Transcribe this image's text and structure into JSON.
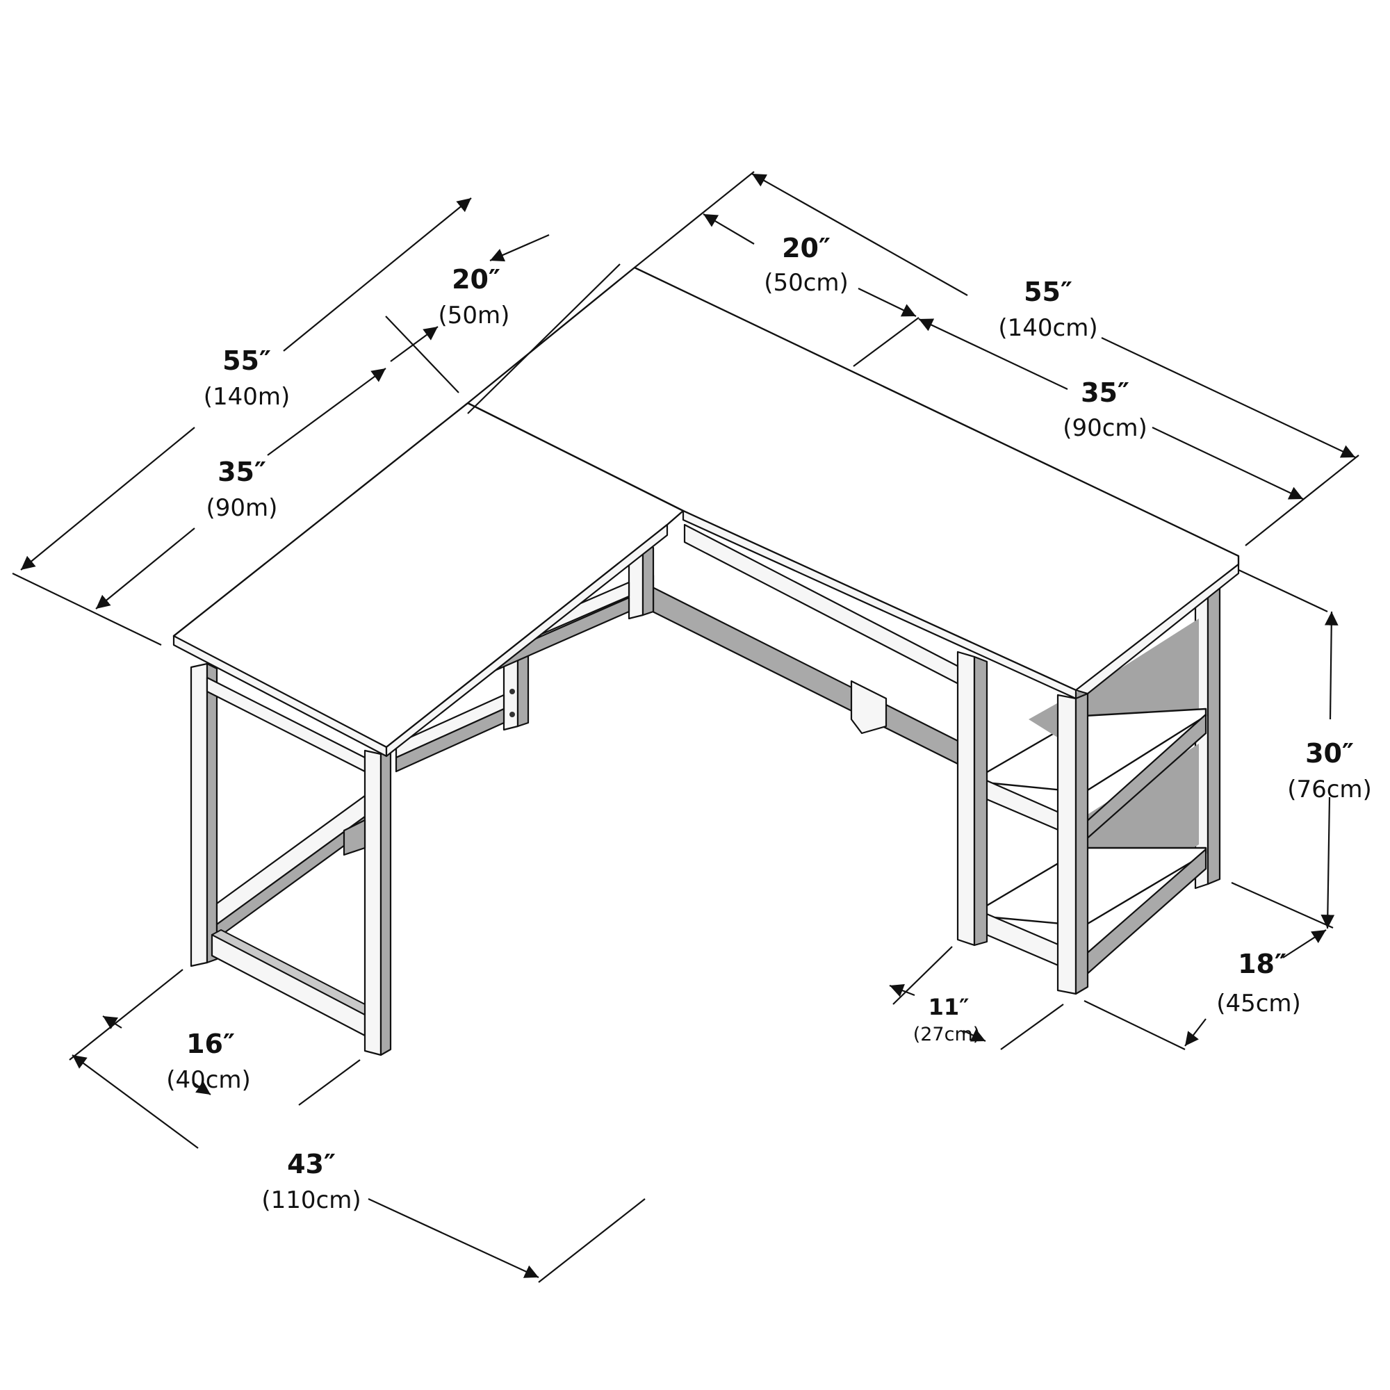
{
  "diagram": {
    "subject": "L-shaped desk with side shelving unit",
    "view": "isometric line drawing with dimension callouts",
    "colors": {
      "background": "#ffffff",
      "line": "#111111",
      "shade_dark": "#a9a9a9",
      "shade_light": "#f6f6f6"
    }
  },
  "dimensions": {
    "left_total_depth": {
      "inches": "55″",
      "metric": "(140m)"
    },
    "left_return_width": {
      "inches": "20″",
      "metric": "(50m)"
    },
    "left_open_span": {
      "inches": "35″",
      "metric": "(90m)"
    },
    "right_return_width": {
      "inches": "20″",
      "metric": "(50cm)"
    },
    "right_total_length": {
      "inches": "55″",
      "metric": "(140cm)"
    },
    "right_open_span": {
      "inches": "35″",
      "metric": "(90cm)"
    },
    "height": {
      "inches": "30″",
      "metric": "(76cm)"
    },
    "shelf_depth": {
      "inches": "18″",
      "metric": "(45cm)"
    },
    "shelf_width": {
      "inches": "11″",
      "metric": "(27cm)"
    },
    "leg_depth": {
      "inches": "16″",
      "metric": "(40cm)"
    },
    "return_length": {
      "inches": "43″",
      "metric": "(110cm)"
    }
  }
}
